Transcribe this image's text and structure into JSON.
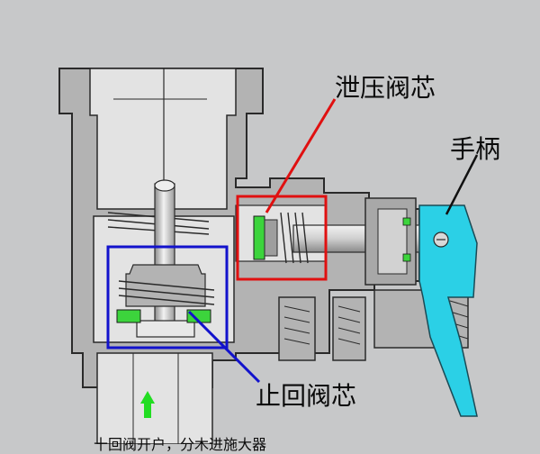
{
  "labels": {
    "relief_valve_core": "泄压阀芯",
    "handle": "手柄",
    "check_valve_core": "止回阀芯",
    "bottom_caption": "十回阀开户，分木进施大器"
  },
  "colors": {
    "background": "#c7c8c9",
    "body": "#b3b3b3",
    "outline": "#2a2a2a",
    "cavity": "#e3e3e3",
    "rod": "#cfcfcf",
    "seal_green": "#3cd43c",
    "handle_cyan": "#2bd0e6",
    "highlight_red": "#e01010",
    "highlight_blue": "#1212cc",
    "flow_arrow": "#22dd22"
  },
  "icons": [
    "flow-arrow-icon",
    "pivot-pin-icon"
  ]
}
